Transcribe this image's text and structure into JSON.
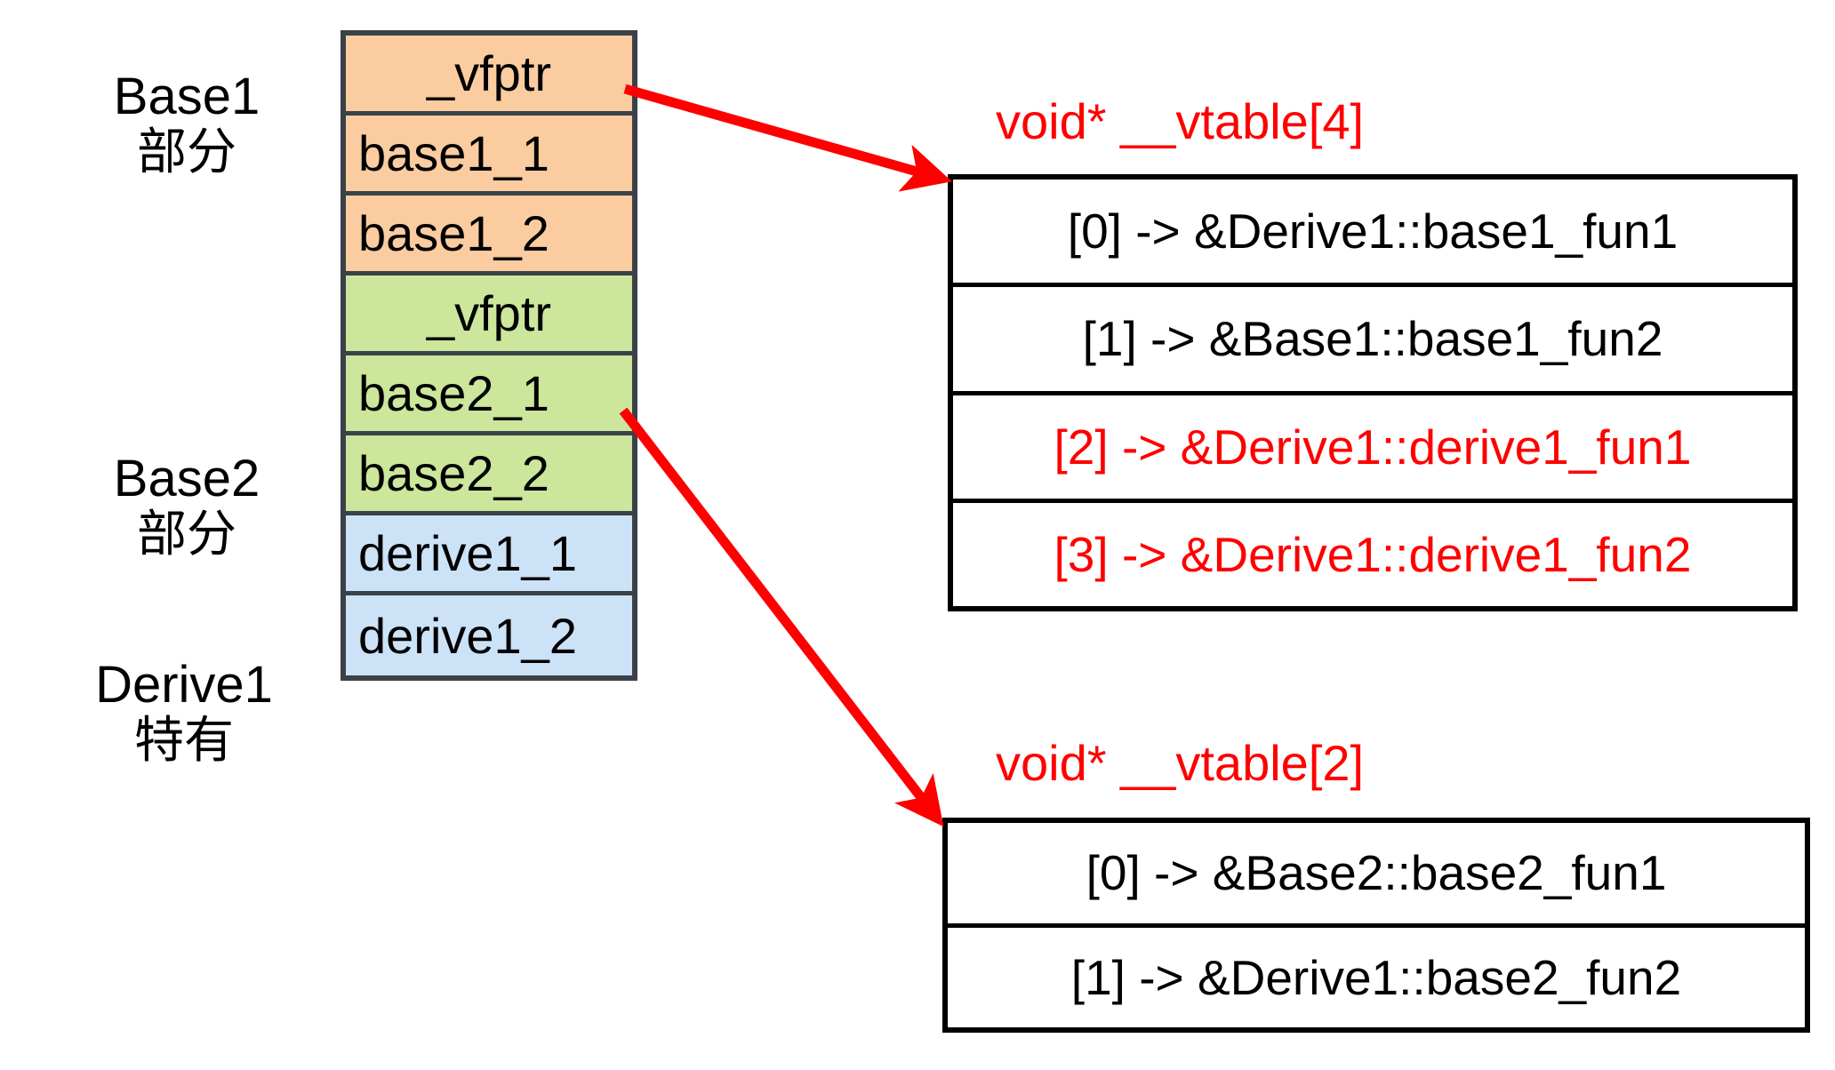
{
  "diagram": {
    "title": "Derive1 object memory layout with multiple inheritance vtables",
    "colors": {
      "base1_fill": "#facca0",
      "base2_fill": "#cce69b",
      "derive1_fill": "#cce2f7",
      "cell_border": "#3b4148",
      "arrow": "#ff0000",
      "highlight_text": "#ff0000",
      "normal_text": "#000000"
    }
  },
  "section_labels": [
    {
      "name": "base1",
      "line1": "Base1",
      "line2": "部分"
    },
    {
      "name": "base2",
      "line1": "Base2",
      "line2": "部分"
    },
    {
      "name": "derive1",
      "line1": "Derive1",
      "line2": "特有"
    }
  ],
  "memory_layout": {
    "cells": [
      {
        "label": "_vfptr",
        "group": "base1",
        "align": "center"
      },
      {
        "label": "base1_1",
        "group": "base1",
        "align": "left"
      },
      {
        "label": "base1_2",
        "group": "base1",
        "align": "left"
      },
      {
        "label": "_vfptr",
        "group": "base2",
        "align": "center"
      },
      {
        "label": "base2_1",
        "group": "base2",
        "align": "left"
      },
      {
        "label": "base2_2",
        "group": "base2",
        "align": "left"
      },
      {
        "label": "derive1_1",
        "group": "derive1",
        "align": "left"
      },
      {
        "label": "derive1_2",
        "group": "derive1",
        "align": "left"
      }
    ]
  },
  "vtables": [
    {
      "name": "vtable4",
      "title": "void* __vtable[4]",
      "entries": [
        {
          "text": "[0] -> &Derive1::base1_fun1",
          "highlight": false
        },
        {
          "text": "[1] -> &Base1::base1_fun2",
          "highlight": false
        },
        {
          "text": "[2] -> &Derive1::derive1_fun1",
          "highlight": true
        },
        {
          "text": "[3] -> &Derive1::derive1_fun2",
          "highlight": true
        }
      ]
    },
    {
      "name": "vtable2",
      "title": "void* __vtable[2]",
      "entries": [
        {
          "text": "[0] -> &Base2::base2_fun1",
          "highlight": false
        },
        {
          "text": "[1] -> &Derive1::base2_fun2",
          "highlight": false
        }
      ]
    }
  ],
  "arrows": [
    {
      "name": "vfptr-base1-to-vtable4",
      "from": "base1._vfptr",
      "to": "vtable4"
    },
    {
      "name": "vfptr-base2-to-vtable2",
      "from": "base2._vfptr",
      "to": "vtable2"
    }
  ]
}
